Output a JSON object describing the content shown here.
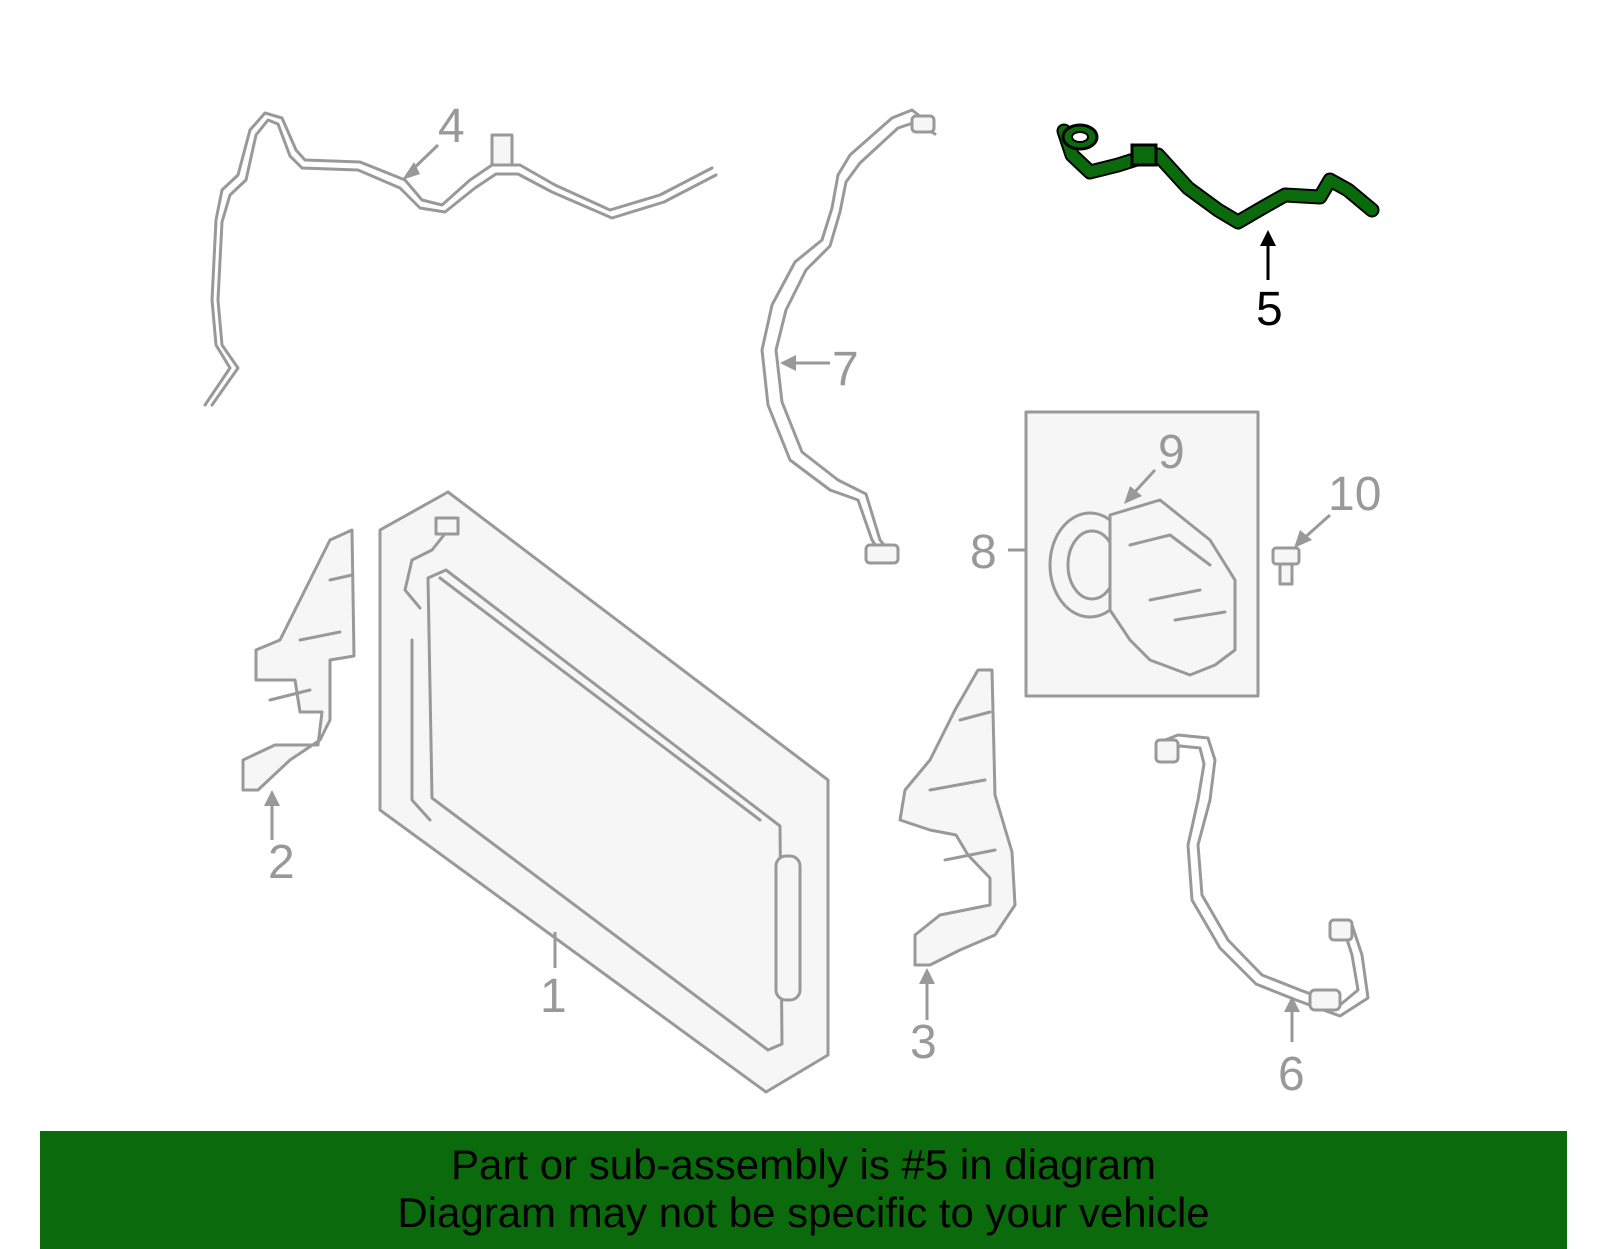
{
  "banner": {
    "line1": "Part or sub-assembly is #5 in diagram",
    "line2": "Diagram may not be specific to your vehicle"
  },
  "callouts": {
    "c1": "1",
    "c2": "2",
    "c3": "3",
    "c4": "4",
    "c5": "5",
    "c6": "6",
    "c7": "7",
    "c8": "8",
    "c9": "9",
    "c10": "10"
  },
  "highlighted_part": "5",
  "colors": {
    "highlight": "#0b6a0b",
    "banner": "#0b6a0b",
    "drawing": "#999999"
  }
}
